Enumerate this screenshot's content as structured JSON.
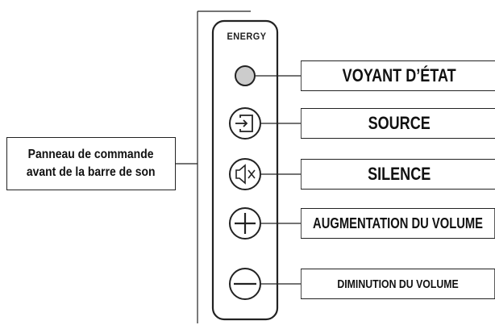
{
  "title": {
    "line1": "Panneau de commande",
    "line2": "avant de la barre de son"
  },
  "logo": {
    "text": "ENERGY"
  },
  "controls": [
    {
      "icon": "status-led-icon",
      "label": "VOYANT D’ÉTAT"
    },
    {
      "icon": "source-input-icon",
      "label": "SOURCE"
    },
    {
      "icon": "speaker-mute-icon",
      "label": "SILENCE"
    },
    {
      "icon": "plus-icon",
      "label": "AUGMENTATION DU VOLUME"
    },
    {
      "icon": "minus-icon",
      "label": "DIMINUTION DU VOLUME"
    }
  ],
  "colors": {
    "line": "#222222",
    "led_fill": "#cccccc",
    "background": "#ffffff"
  }
}
